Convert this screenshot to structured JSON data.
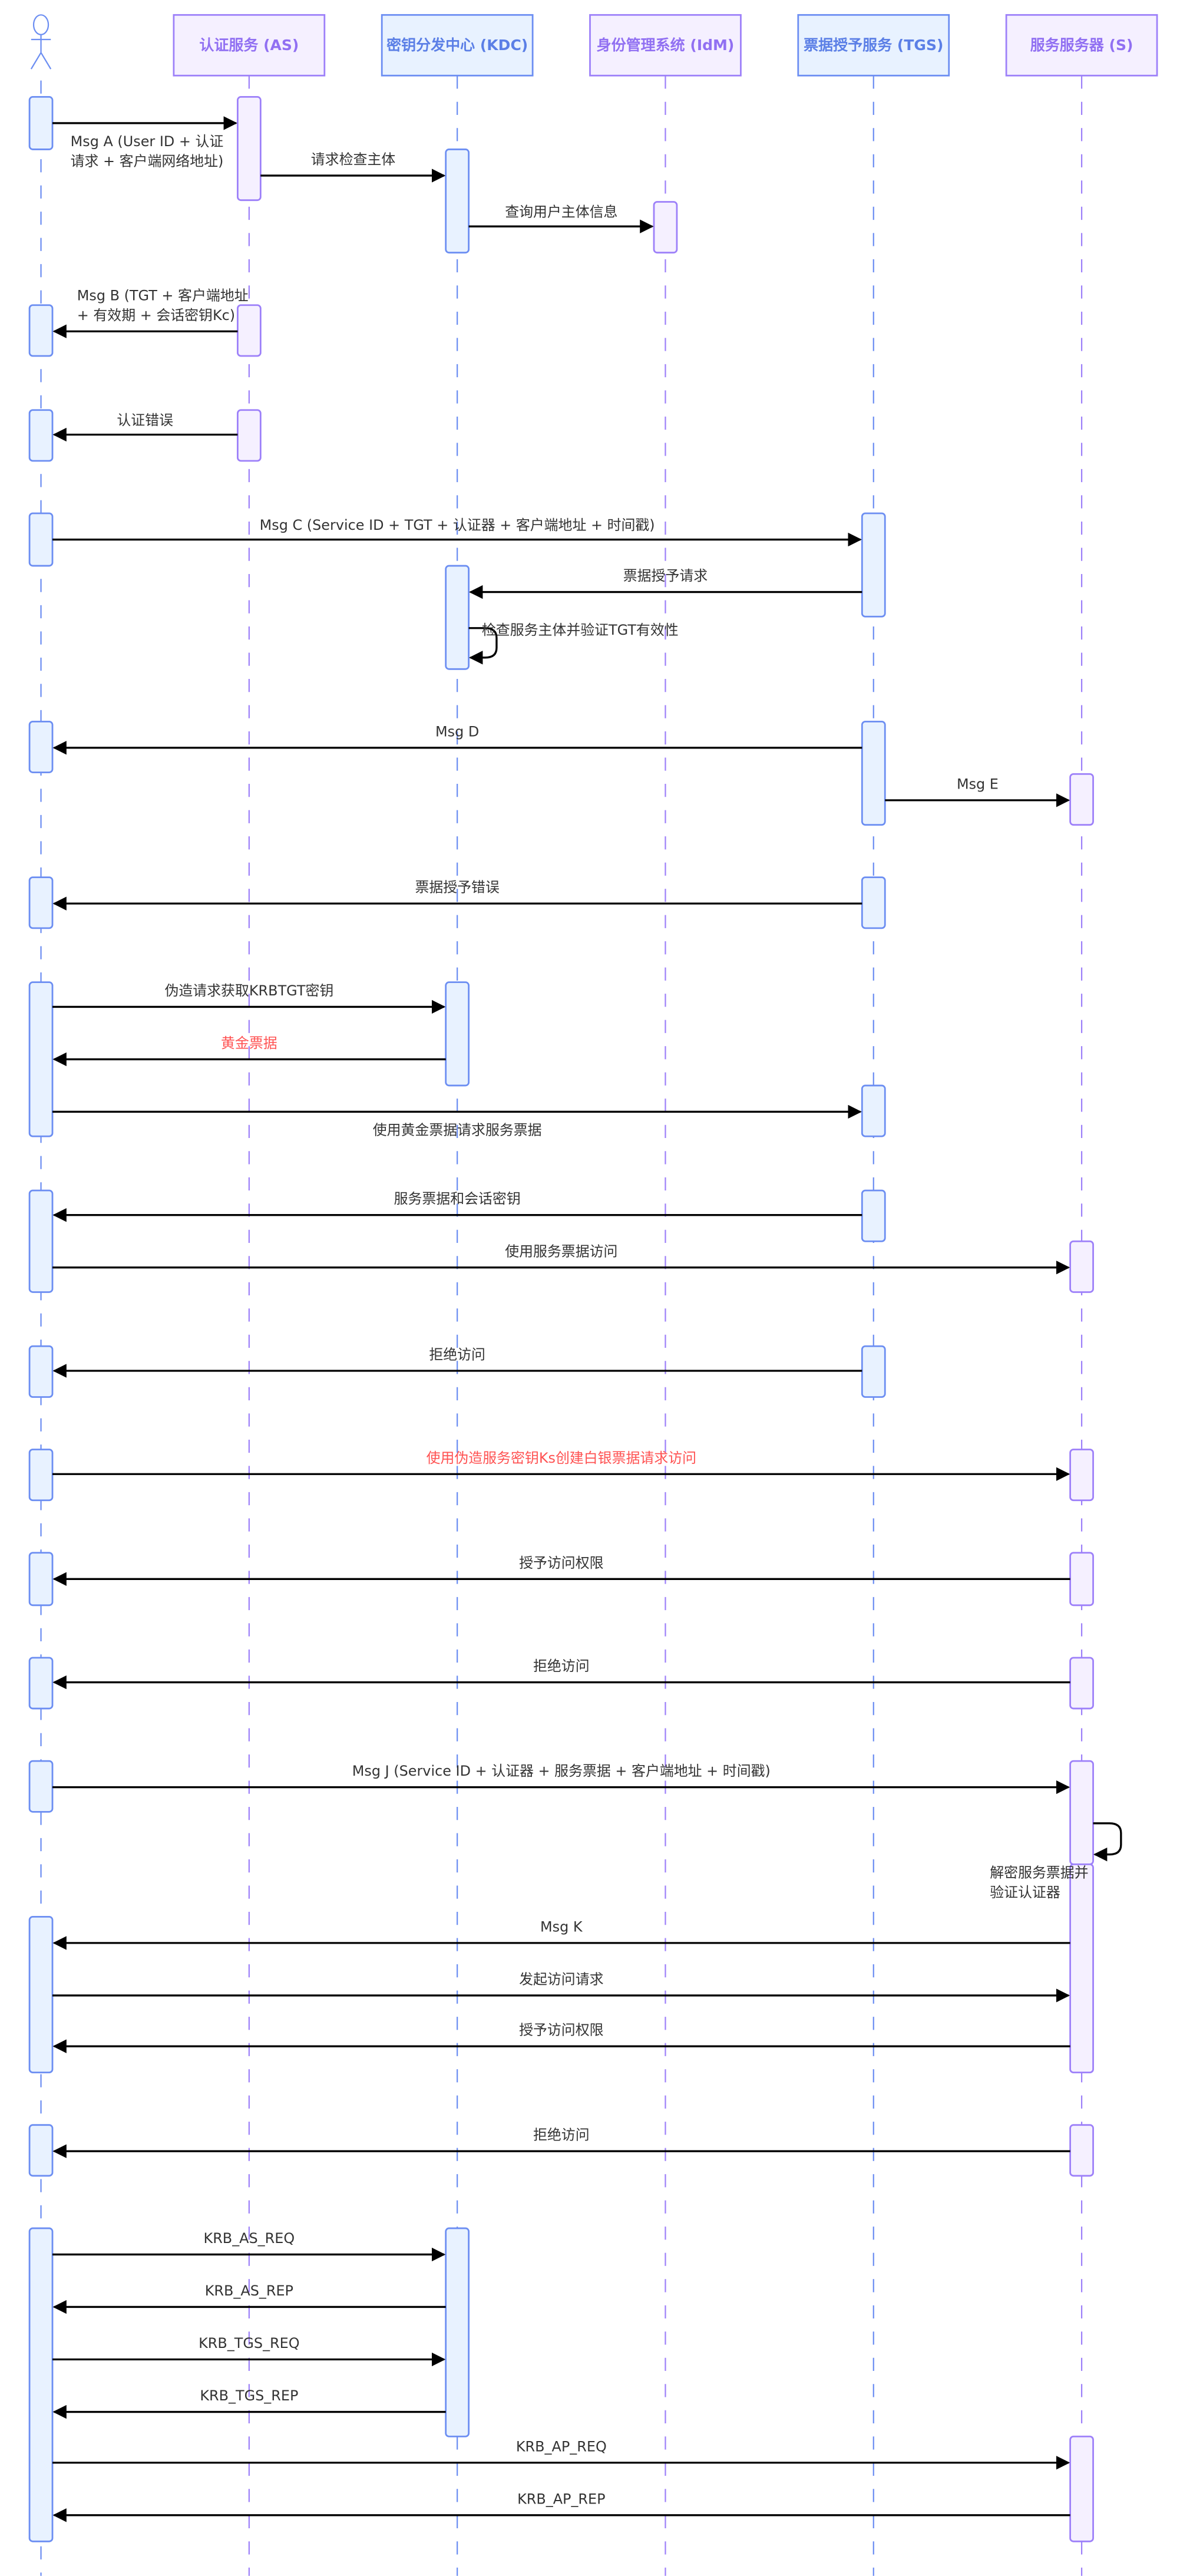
{
  "participants": [
    {
      "id": "actor",
      "label": "",
      "kind": "actor",
      "theme": "blue"
    },
    {
      "id": "AS",
      "label": "认证服务 (AS)",
      "kind": "box",
      "theme": "purple"
    },
    {
      "id": "KDC",
      "label": "密钥分发中心 (KDC)",
      "kind": "box",
      "theme": "blue"
    },
    {
      "id": "IdM",
      "label": "身份管理系统 (IdM)",
      "kind": "box",
      "theme": "purple"
    },
    {
      "id": "TGS",
      "label": "票据授予服务 (TGS)",
      "kind": "box",
      "theme": "blue"
    },
    {
      "id": "S",
      "label": "服务服务器 (S)",
      "kind": "box",
      "theme": "purple"
    }
  ],
  "colors": {
    "blue_stroke": "#6c8ef2",
    "blue_fill": "#e8f2ff",
    "blue_text": "#5b7fe6",
    "purple_stroke": "#9d80f9",
    "purple_fill": "#f5f0ff",
    "purple_text": "#9170f2",
    "arrow": "#000000",
    "label": "#333333",
    "highlight": "#ff5252"
  },
  "messages": [
    {
      "from": "actor",
      "to": "AS",
      "label": [
        "Msg A (User ID + 认证",
        "请求 + 客户端网络地址)"
      ]
    },
    {
      "from": "AS",
      "to": "KDC",
      "label": [
        "请求检查主体"
      ]
    },
    {
      "from": "KDC",
      "to": "IdM",
      "label": [
        "查询用户主体信息"
      ]
    },
    {
      "from": "AS",
      "to": "actor",
      "label": [
        "Msg B (TGT + 客户端地址",
        "+ 有效期 + 会话密钥Kc)"
      ]
    },
    {
      "from": "AS",
      "to": "actor",
      "label": [
        "认证错误"
      ]
    },
    {
      "from": "actor",
      "to": "TGS",
      "label": [
        "Msg C (Service ID + TGT + 认证器 + 客户端地址 + 时间戳)"
      ]
    },
    {
      "from": "TGS",
      "to": "KDC",
      "label": [
        "票据授予请求"
      ]
    },
    {
      "from": "KDC",
      "to": "KDC",
      "label": [
        "检查服务主体并验证TGT有效性"
      ]
    },
    {
      "from": "TGS",
      "to": "actor",
      "label": [
        "Msg D"
      ]
    },
    {
      "from": "TGS",
      "to": "S",
      "label": [
        "Msg E"
      ]
    },
    {
      "from": "TGS",
      "to": "actor",
      "label": [
        "票据授予错误"
      ]
    },
    {
      "from": "actor",
      "to": "KDC",
      "label": [
        "伪造请求获取KRBTGT密钥"
      ]
    },
    {
      "from": "KDC",
      "to": "actor",
      "label": [
        "黄金票据"
      ],
      "highlight": true
    },
    {
      "from": "actor",
      "to": "TGS",
      "label": [
        "使用黄金票据请求服务票据"
      ]
    },
    {
      "from": "TGS",
      "to": "actor",
      "label": [
        "服务票据和会话密钥"
      ]
    },
    {
      "from": "actor",
      "to": "S",
      "label": [
        "使用服务票据访问"
      ]
    },
    {
      "from": "TGS",
      "to": "actor",
      "label": [
        "拒绝访问"
      ]
    },
    {
      "from": "actor",
      "to": "S",
      "label": [
        "使用伪造服务密钥Ks创建白银票据请求访问"
      ],
      "highlight": true
    },
    {
      "from": "S",
      "to": "actor",
      "label": [
        "授予访问权限"
      ]
    },
    {
      "from": "S",
      "to": "actor",
      "label": [
        "拒绝访问"
      ]
    },
    {
      "from": "actor",
      "to": "S",
      "label": [
        "Msg J (Service ID + 认证器 + 服务票据 + 客户端地址 + 时间戳)"
      ]
    },
    {
      "from": "S",
      "to": "S",
      "label": [
        "解密服务票据并",
        "验证认证器"
      ]
    },
    {
      "from": "S",
      "to": "actor",
      "label": [
        "Msg K"
      ]
    },
    {
      "from": "actor",
      "to": "S",
      "label": [
        "发起访问请求"
      ]
    },
    {
      "from": "S",
      "to": "actor",
      "label": [
        "授予访问权限"
      ]
    },
    {
      "from": "S",
      "to": "actor",
      "label": [
        "拒绝访问"
      ]
    },
    {
      "from": "actor",
      "to": "KDC",
      "label": [
        "KRB_AS_REQ"
      ]
    },
    {
      "from": "KDC",
      "to": "actor",
      "label": [
        "KRB_AS_REP"
      ]
    },
    {
      "from": "actor",
      "to": "KDC",
      "label": [
        "KRB_TGS_REQ"
      ]
    },
    {
      "from": "KDC",
      "to": "actor",
      "label": [
        "KRB_TGS_REP"
      ]
    },
    {
      "from": "actor",
      "to": "S",
      "label": [
        "KRB_AP_REQ"
      ]
    },
    {
      "from": "S",
      "to": "actor",
      "label": [
        "KRB_AP_REP"
      ]
    }
  ]
}
